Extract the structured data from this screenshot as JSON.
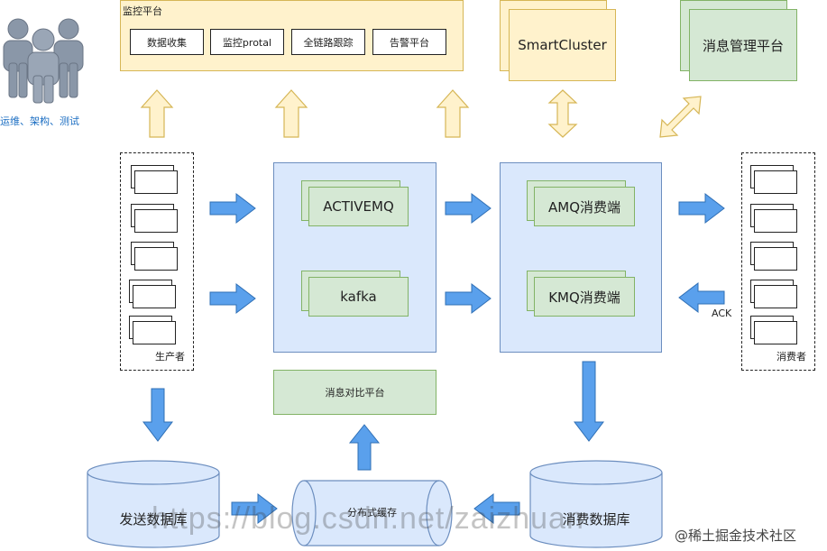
{
  "people_caption": "运维、架构、测试",
  "monitor": {
    "title": "监控平台",
    "items": [
      "数据收集",
      "监控protal",
      "全链路跟踪",
      "告警平台"
    ]
  },
  "smart_cluster": "SmartCluster",
  "msg_mgmt": "消息管理平台",
  "producers_label": "生产者",
  "consumers_label": "消费者",
  "brokers": [
    "ACTIVEMQ",
    "kafka"
  ],
  "consumer_ends": [
    "AMQ消费端",
    "KMQ消费端"
  ],
  "ack_label": "ACK",
  "compare_platform": "消息对比平台",
  "send_db": "发送数据库",
  "dist_cache": "分布式缓存",
  "consume_db": "消费数据库",
  "watermark": "https://blog.csdn.net/zaizhuan",
  "credit": "@稀土掘金技术社区",
  "colors": {
    "yellow_fill": "#fff2cc",
    "yellow_stroke": "#d6b656",
    "green_fill": "#d5e8d4",
    "green_stroke": "#82b366",
    "blue_fill": "#dae8fc",
    "blue_stroke": "#6c8ebf",
    "arrow_blue": "#5aa0ec",
    "person_grey": "#7b8797"
  }
}
